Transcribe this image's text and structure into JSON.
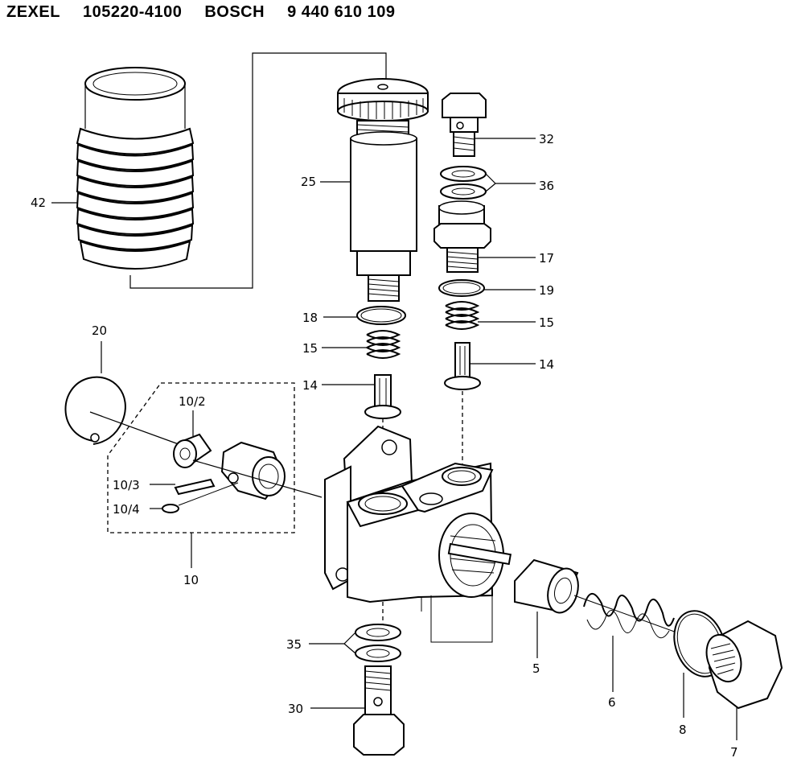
{
  "header": {
    "brand1": "ZEXEL",
    "number1": "105220-4100",
    "brand2": "BOSCH",
    "number2": "9 440 610 109"
  },
  "labels": {
    "l42": "42",
    "l25": "25",
    "l32": "32",
    "l36a": "36",
    "l17": "17",
    "l19": "19",
    "l15r": "15",
    "l14r": "14",
    "l18": "18",
    "l15l": "15",
    "l14l": "14",
    "l20": "20",
    "l10_2": "10/2",
    "l10_3": "10/3",
    "l10_4": "10/4",
    "l10": "10",
    "l35": "35",
    "l30": "30",
    "l5": "5",
    "l6": "6",
    "l8": "8",
    "l7": "7"
  }
}
